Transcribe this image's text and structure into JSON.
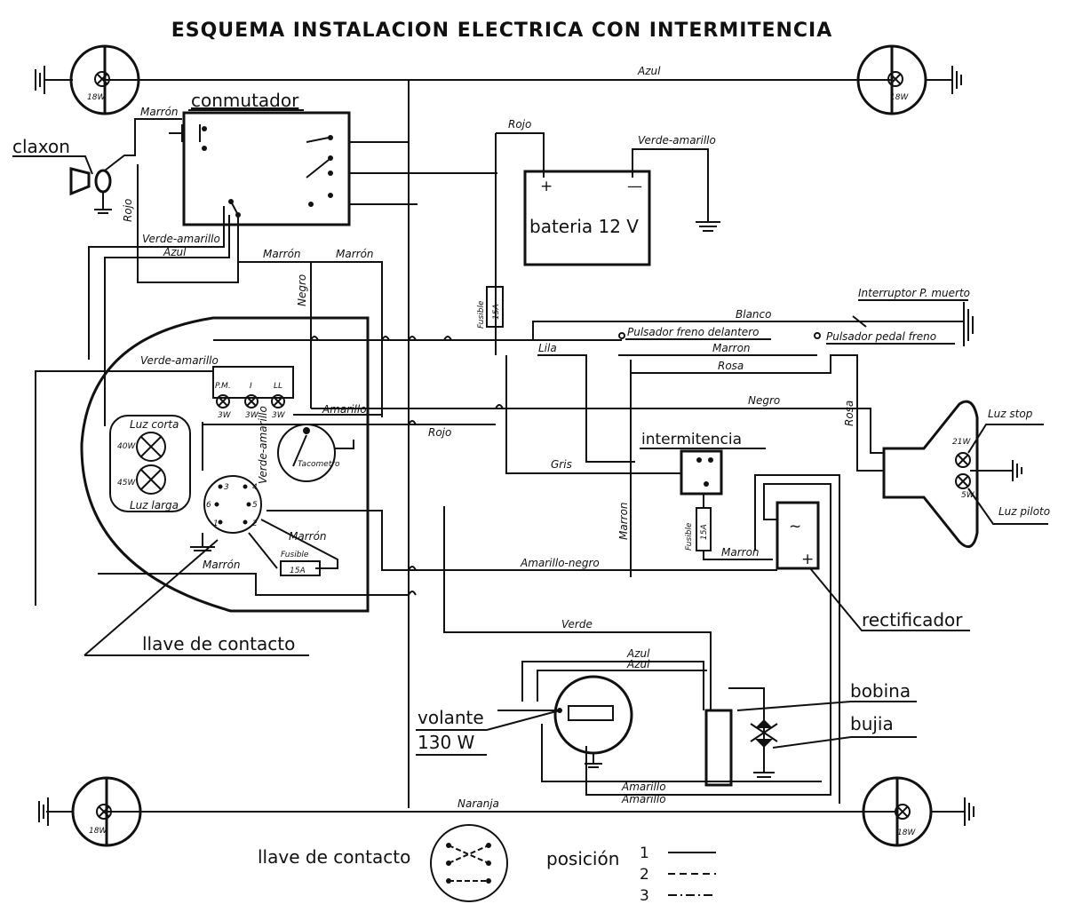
{
  "title": "ESQUEMA INSTALACION ELECTRICA CON INTERMITENCIA",
  "wires": {
    "azul_top": "Azul",
    "marron_claxon": "Marrón",
    "rojo_claxon": "Rojo",
    "rojo_bat": "Rojo",
    "verde_amarillo_bat": "Verde-amarillo",
    "verde_amarillo_1": "Verde-amarillo",
    "azul_2": "Azul",
    "marron_1": "Marrón",
    "marron_2": "Marrón",
    "negro_1": "Negro",
    "blanco": "Blanco",
    "lila": "Lila",
    "marron_3": "Marron",
    "rosa_1": "Rosa",
    "negro_2": "Negro",
    "rosa_2": "Rosa",
    "verde_amarillo_2": "Verde-amarillo",
    "amarillo_1": "Amarillo",
    "rojo_2": "Rojo",
    "verde_amarillo_3": "Verde-amarillo",
    "gris": "Gris",
    "marron_4": "Marron",
    "marron_5": "Marron",
    "marron_6": "Marrón",
    "marron_7": "Marrón",
    "amarillo_negro": "Amarillo-negro",
    "verde": "Verde",
    "azul_3": "Azul",
    "azul_4": "Azul",
    "amarillo_2": "Amarillo",
    "amarillo_3": "Amarillo",
    "naranja": "Naranja"
  },
  "components": {
    "claxon": "claxon",
    "conmutador": "conmutador",
    "bateria": "bateria 12 V",
    "bat_plus": "+",
    "bat_minus": "—",
    "fusible_label": "Fusible",
    "fusible_top_value": "15A",
    "fusible_left_value": "15A",
    "fusible_int_value": "15A",
    "interruptor": "Interruptor P. muerto",
    "pulsador_delantero": "Pulsador freno delantero",
    "pulsador_pedal": "Pulsador pedal freno",
    "intermitencia": "intermitencia",
    "luz_stop": "Luz stop",
    "luz_piloto": "Luz piloto",
    "stop_w": "21W",
    "piloto_w": "5W",
    "rectificador": "rectificador",
    "rect_ac": "~",
    "rect_plus": "+",
    "luz_corta": "Luz corta",
    "luz_larga": "Luz larga",
    "w40": "40W",
    "w45": "45W",
    "pm": "P.M.",
    "i": "I",
    "ll": "LL",
    "w3a": "3W",
    "w3b": "3W",
    "w3c": "3W",
    "tacometro": "Tacometro",
    "llave_contacto": "llave de contacto",
    "volante": "volante",
    "volante_w": "130 W",
    "bobina": "bobina",
    "bujia": "bujia",
    "lamp_w": "18W",
    "key_nums": [
      "3",
      "4",
      "6",
      "5",
      "1",
      "2"
    ]
  },
  "legend": {
    "llave": "llave de contacto",
    "posicion": "posición",
    "p1": "1",
    "p2": "2",
    "p3": "3"
  }
}
